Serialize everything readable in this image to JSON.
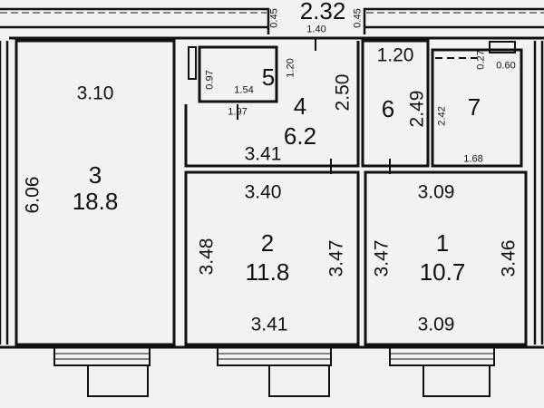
{
  "top": {
    "opening_width": "2.32",
    "left_jamb": "0.45",
    "right_jamb": "0.45",
    "door_width": "1.40"
  },
  "rooms": {
    "r3": {
      "number": "3",
      "area": "18.8",
      "width": "3.10",
      "length": "6.06"
    },
    "r5": {
      "number": "5",
      "side_a": "0.97",
      "side_b": "1.20",
      "width_inner": "1.54",
      "width_outer": "1.97"
    },
    "r4": {
      "number": "4",
      "area": "6.2",
      "length": "2.50",
      "width": "3.41"
    },
    "r6": {
      "number": "6",
      "width": "1.20",
      "length": "2.49"
    },
    "r7": {
      "number": "7",
      "length": "2.42",
      "niche_depth": "0.27",
      "niche_width": "0.60",
      "width": "1.68"
    },
    "r2": {
      "number": "2",
      "area": "11.8",
      "top_width": "3.40",
      "left_length": "3.48",
      "right_length": "3.47",
      "bottom_width": "3.41"
    },
    "r1": {
      "number": "1",
      "area": "10.7",
      "top_width": "3.09",
      "left_length": "3.47",
      "right_length": "3.46",
      "bottom_width": "3.09"
    }
  },
  "colors": {
    "wall": "#111111",
    "background": "#f2f2f2"
  }
}
